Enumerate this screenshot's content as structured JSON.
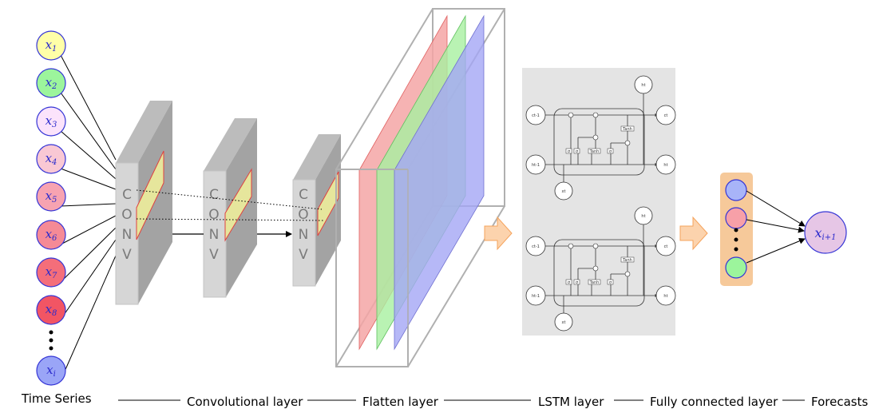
{
  "inputs": [
    {
      "var": "x",
      "sub": "1",
      "color": "#ffffa8"
    },
    {
      "var": "x",
      "sub": "2",
      "color": "#9cf59c"
    },
    {
      "var": "x",
      "sub": "3",
      "color": "#fbe3fb"
    },
    {
      "var": "x",
      "sub": "4",
      "color": "#f9c8d4"
    },
    {
      "var": "x",
      "sub": "5",
      "color": "#f7a3b1"
    },
    {
      "var": "x",
      "sub": "6",
      "color": "#f58a96"
    },
    {
      "var": "x",
      "sub": "7",
      "color": "#f46e7a"
    },
    {
      "var": "x",
      "sub": "8",
      "color": "#f25564"
    },
    {
      "var": "x",
      "sub": "i",
      "color": "#9aa5f7"
    }
  ],
  "conv_letters": [
    "C",
    "O",
    "N",
    "V"
  ],
  "lstm_cell": {
    "top_output": "ht",
    "c_prev": "ct-1",
    "c_next": "ct",
    "h_prev": "ht-1",
    "h_next": "ht",
    "input": "xt",
    "tanh": "Tanh",
    "sigma": "σ"
  },
  "fc_nodes": [
    "#a8b4f8",
    "#f7a0a8",
    "#9cf59c"
  ],
  "forecast": {
    "var": "x",
    "sub": "i+1"
  },
  "bottom_labels": {
    "time_series": "Time Series",
    "conv": "Convolutional layer",
    "flatten": "Flatten layer",
    "lstm": "LSTM layer",
    "fc": "Fully connected layer",
    "forecasts": "Forecasts"
  },
  "colors": {
    "node_stroke": "#3535d6",
    "text_blue": "#2a2acc",
    "conv_face": "#d6d6d6",
    "conv_side": "#a3a3a3",
    "conv_top": "#bcbcbc",
    "patch": "#e6e69c",
    "patch_stroke": "#e04040",
    "lstm_bg": "#e4e4e4",
    "fc_bg": "#f6c99a",
    "arrow_fill": "#fcd3ad",
    "arrow_stroke": "#f5a35c"
  }
}
